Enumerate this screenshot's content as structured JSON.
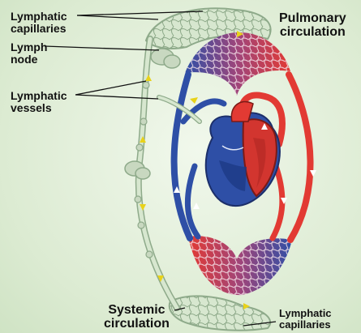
{
  "labels": {
    "lymphatic_capillaries_top": "Lymphatic\ncapillaries",
    "lymph_node": "Lymph\nnode",
    "lymphatic_vessels": "Lymphatic\nvessels",
    "pulmonary_circulation": "Pulmonary\ncirculation",
    "systemic_circulation": "Systemic\ncirculation",
    "lymphatic_capillaries_bottom": "Lymphatic\ncapillaries"
  },
  "colors": {
    "deoxygenated": "#2e4fa6",
    "oxygenated": "#e23a33",
    "lymph": "#c7d9bf",
    "lymph_outline": "#8eaa8a",
    "flow_arrow": "#e8d21a"
  }
}
